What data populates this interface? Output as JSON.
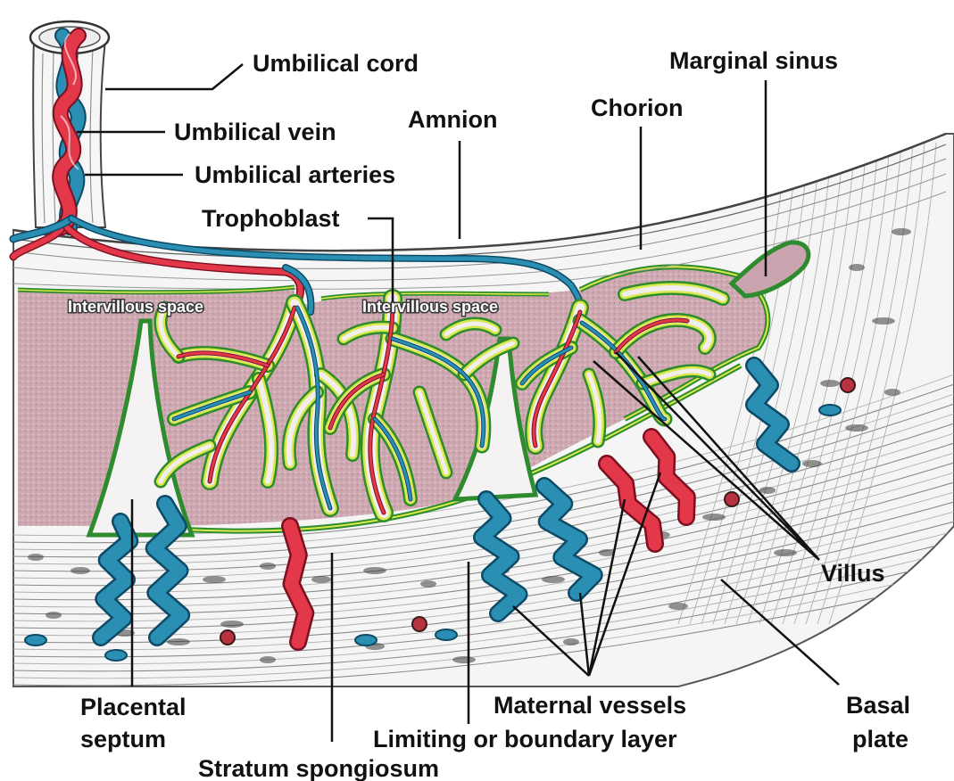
{
  "labels": {
    "umbilical_cord": "Umbilical cord",
    "umbilical_vein": "Umbilical vein",
    "umbilical_arteries": "Umbilical arteries",
    "amnion": "Amnion",
    "chorion": "Chorion",
    "marginal_sinus": "Marginal sinus",
    "trophoblast": "Trophoblast",
    "intervillous_space": "Intervillous space",
    "villus": "Villus",
    "placental_septum_line1": "Placental",
    "placental_septum_line2": "septum",
    "maternal_vessels": "Maternal vessels",
    "basal_plate_line1": "Basal",
    "basal_plate_line2": "plate",
    "limiting_layer": "Limiting or boundary layer",
    "stratum_spongiosum": "Stratum spongiosum"
  },
  "colors": {
    "artery": "#e2384a",
    "vein": "#2a8fb3",
    "intervillous_space": "#c9a3ad",
    "villus_border": "#2e8b2e",
    "tissue": "#f4f4f4"
  }
}
